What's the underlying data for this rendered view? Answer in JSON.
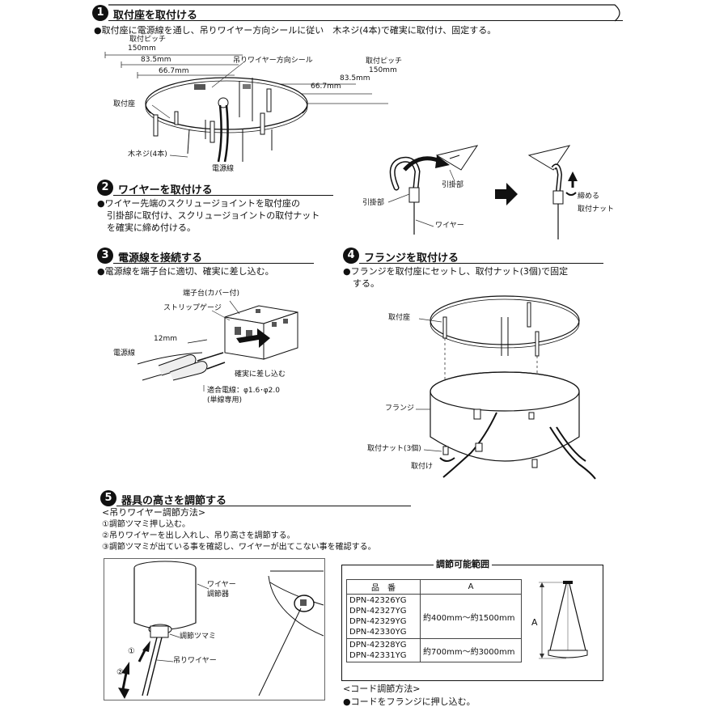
{
  "s1": {
    "num": "1",
    "title": "取付座を取付ける",
    "desc": "●取付座に電源線を通し、吊りワイヤー方向シールに従い　木ネジ(4本)で確実に取付け、固定する。",
    "pitch_label_a": "取付ピッチ",
    "pitch_a": "150mm",
    "d835a": "83.5mm",
    "d667a": "66.7mm",
    "seal": "吊りワイヤー方向シール",
    "pitch_label_b": "取付ピッチ",
    "pitch_b": "150mm",
    "d835b": "83.5mm",
    "d667b": "66.7mm",
    "mount": "取付座",
    "screws": "木ネジ(4本)",
    "cable": "電源線"
  },
  "s2": {
    "num": "2",
    "title": "ワイヤーを取付ける",
    "desc1": "●ワイヤー先端のスクリュージョイントを取付座の",
    "desc2": "引掛部に取付け、スクリュージョイントの取付ナット",
    "desc3": "を確実に締め付ける。",
    "hook_a": "引掛部",
    "hook_b": "引掛部",
    "wire": "ワイヤー",
    "tighten": "締める",
    "nut": "取付ナット"
  },
  "s3": {
    "num": "3",
    "title": "電源線を接続する",
    "desc": "●電源線を端子台に適切、確実に差し込む。",
    "terminal": "端子台(カバー付)",
    "gauge": "ストリップゲージ",
    "mm12": "12mm",
    "cable": "電源線",
    "insert": "確実に差し込む",
    "wire_spec": "適合電線：φ1.6･φ2.0",
    "single": "(単線専用)"
  },
  "s4": {
    "num": "4",
    "title": "フランジを取付ける",
    "desc1": "●フランジを取付座にセットし、取付ナット(3個)で固定",
    "desc2": "する。",
    "mount": "取付座",
    "flange": "フランジ",
    "nuts": "取付ナット(3個)",
    "fix": "取付け"
  },
  "s5": {
    "num": "5",
    "title": "器具の高さを調節する",
    "method": "<吊りワイヤー調節方法>",
    "step1": "①調節ツマミ押し込む。",
    "step2": "②吊りワイヤーを出し入れし、吊り高さを調節する。",
    "step3": "③調節ツマミが出ている事を確認し、ワイヤーが出てこない事を確認する。",
    "adjuster1": "ワイヤー",
    "adjuster2": "調節器",
    "knob": "調節ツマミ",
    "wire": "吊りワイヤー",
    "c1": "①",
    "c2": "②",
    "range_title": "調節可能範囲",
    "col_model": "品　番",
    "col_a": "A",
    "group1_models": [
      "DPN-42326YG",
      "DPN-42327YG",
      "DPN-42329YG",
      "DPN-42330YG"
    ],
    "group1_range": "約400mm～約1500mm",
    "group2_models": [
      "DPN-42328YG",
      "DPN-42331YG"
    ],
    "group2_range": "約700mm～約3000mm",
    "a_label": "A",
    "cord_method": "<コード調節方法>",
    "cord_desc": "●コードをフランジに押し込む。"
  }
}
